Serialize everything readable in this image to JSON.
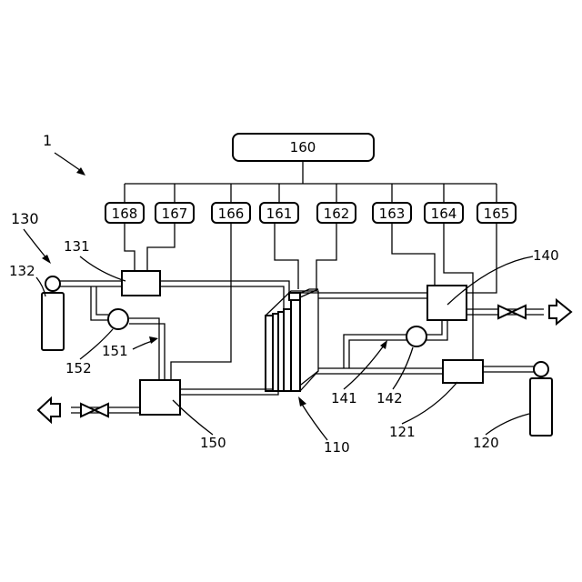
{
  "figure_label": "1",
  "controller": {
    "label": "160"
  },
  "sub_controllers": [
    {
      "id": "168",
      "label": "168"
    },
    {
      "id": "167",
      "label": "167"
    },
    {
      "id": "166",
      "label": "166"
    },
    {
      "id": "161",
      "label": "161"
    },
    {
      "id": "162",
      "label": "162"
    },
    {
      "id": "163",
      "label": "163"
    },
    {
      "id": "164",
      "label": "164"
    },
    {
      "id": "165",
      "label": "165"
    }
  ],
  "components": {
    "fuel_cell_stack": "110",
    "hydrogen_supply_unit": "120",
    "hydrogen_regulator": "121",
    "oxidant_supply_group": "130",
    "oxidant_regulator": "131",
    "oxidant_tank": "132",
    "anode_outlet_unit": "140",
    "anode_recirculation_line": "141",
    "anode_pump": "142",
    "cathode_outlet_unit": "150",
    "cathode_recirculation_line": "151",
    "cathode_pump": "152"
  }
}
